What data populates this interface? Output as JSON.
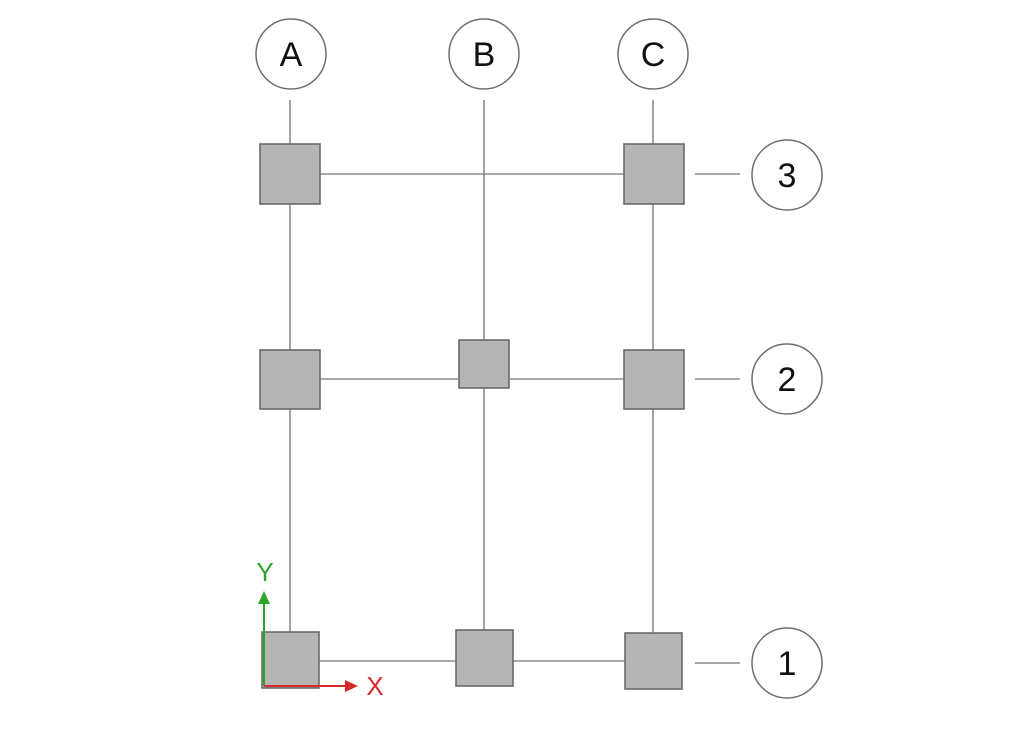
{
  "grid": {
    "columns": [
      {
        "id": "A",
        "label": "A"
      },
      {
        "id": "B",
        "label": "B"
      },
      {
        "id": "C",
        "label": "C"
      }
    ],
    "rows": [
      {
        "id": "3",
        "label": "3"
      },
      {
        "id": "2",
        "label": "2"
      },
      {
        "id": "1",
        "label": "1"
      }
    ]
  },
  "nodes": [
    {
      "col": "A",
      "row": "3"
    },
    {
      "col": "C",
      "row": "3"
    },
    {
      "col": "A",
      "row": "2"
    },
    {
      "col": "B",
      "row": "2"
    },
    {
      "col": "C",
      "row": "2"
    },
    {
      "col": "A",
      "row": "1"
    },
    {
      "col": "B",
      "row": "1"
    },
    {
      "col": "C",
      "row": "1"
    }
  ],
  "axes": {
    "x_label": "X",
    "y_label": "Y",
    "x_color": "#d42a2a",
    "y_color": "#2aa52a"
  },
  "colors": {
    "line": "#8a8a8a",
    "node_fill": "#b5b5b5",
    "node_stroke": "#6a6a6a"
  }
}
